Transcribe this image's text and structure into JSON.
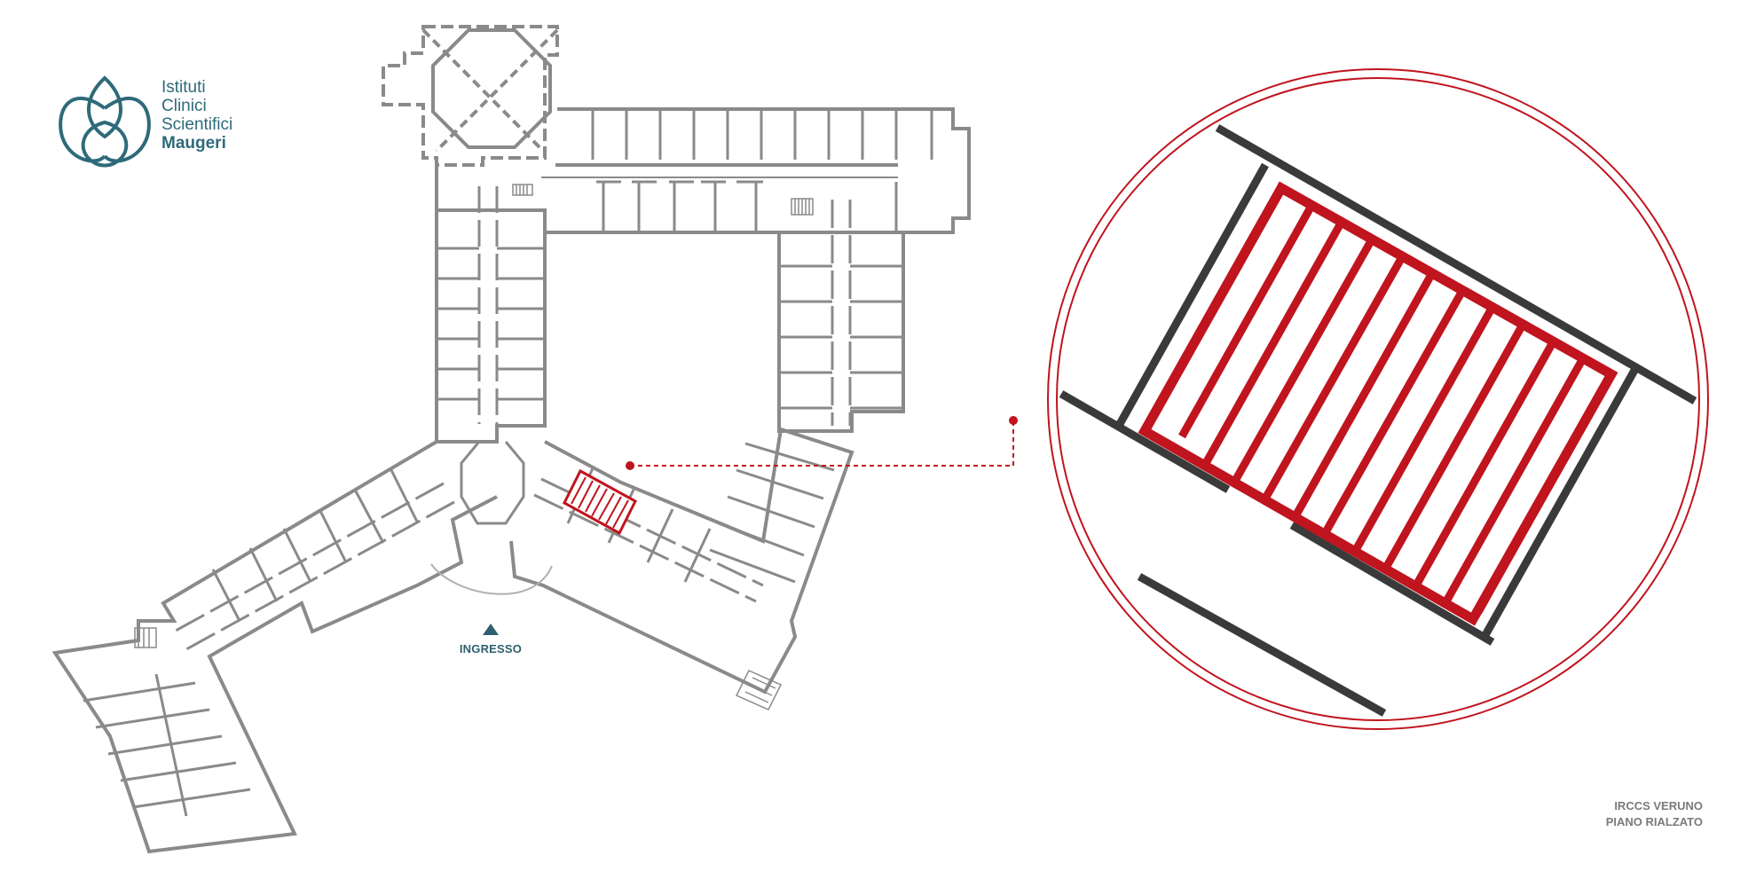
{
  "logo": {
    "line1": "Istituti",
    "line2": "Clinici",
    "line3": "Scientifici",
    "line4": "Maugeri"
  },
  "map": {
    "entrance_label": "INGRESSO",
    "site_name": "IRCCS VERUNO",
    "floor_name": "PIANO RIALZATO"
  },
  "colors": {
    "brand": "#2f6a7a",
    "wall": "#8a8a8a",
    "highlight": "#c0141e",
    "zoom_wall": "#3a3a3a"
  },
  "icons": {
    "logo": "lotus-drop-logo-icon",
    "entrance": "triangle-up-icon",
    "stairs": "stairs-icon",
    "marker": "callout-dot-icon"
  }
}
